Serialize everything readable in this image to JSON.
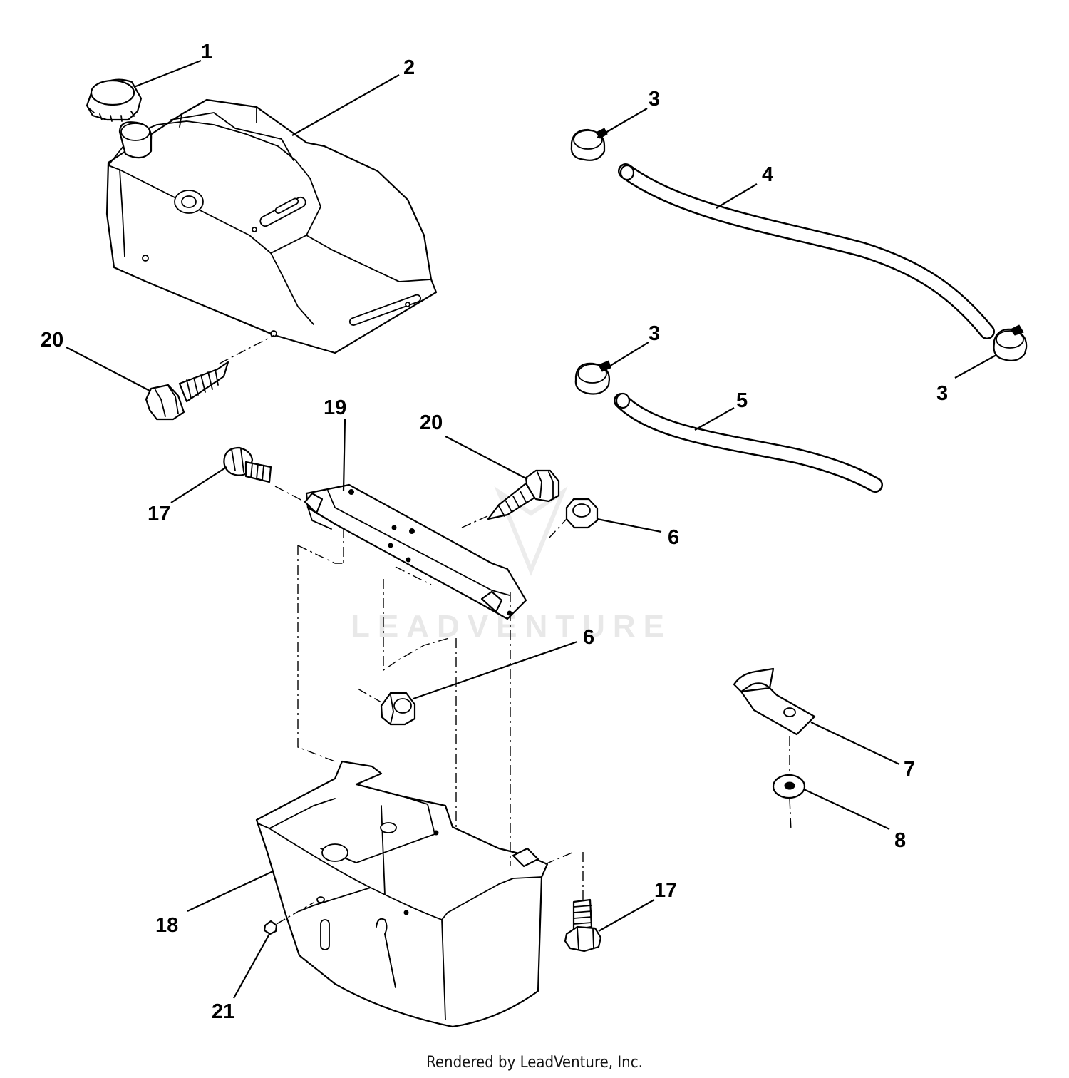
{
  "callouts": [
    "1",
    "2",
    "3",
    "3",
    "3",
    "4",
    "5",
    "6",
    "6",
    "7",
    "8",
    "17",
    "17",
    "18",
    "19",
    "20",
    "20",
    "21"
  ],
  "watermark": "LEADVENTURE",
  "footer": "Rendered by LeadVenture, Inc."
}
